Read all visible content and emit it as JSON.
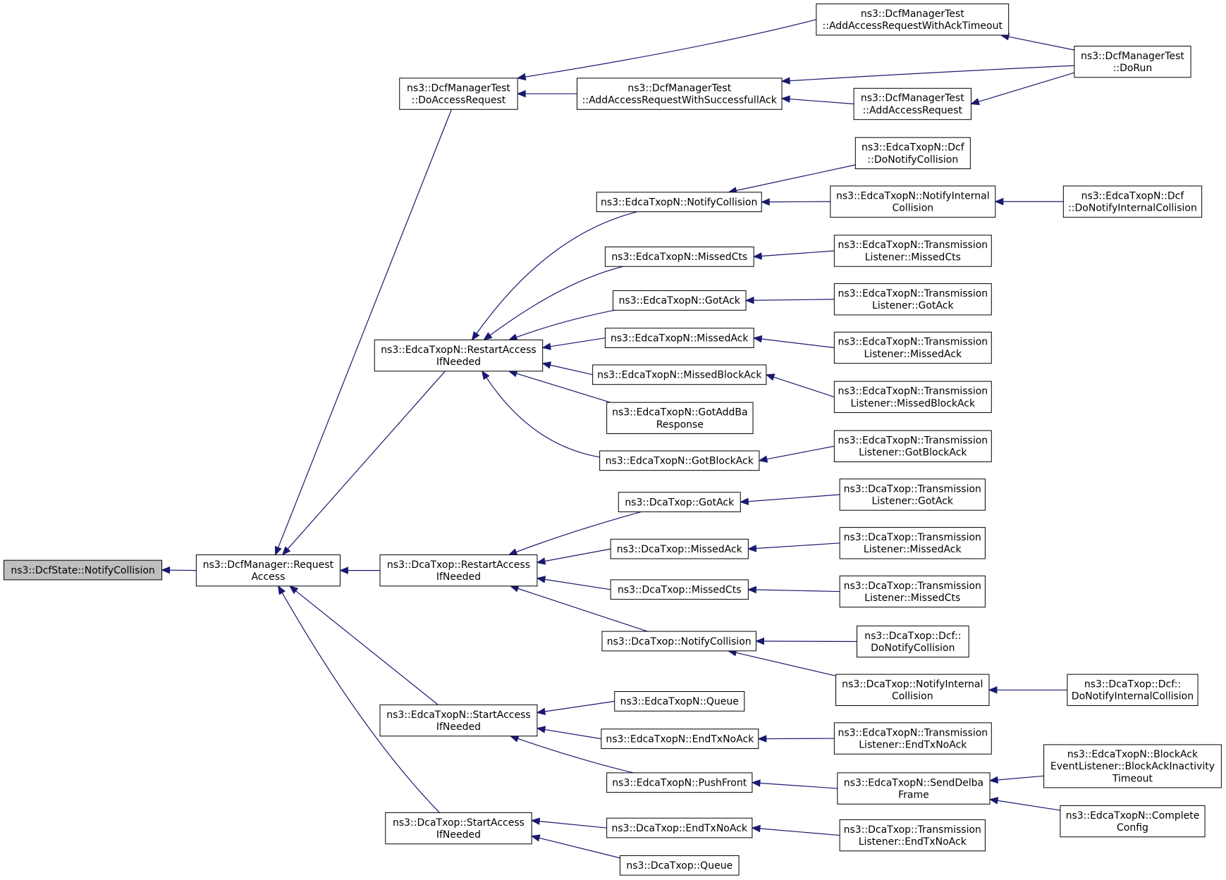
{
  "nodes": [
    {
      "id": "n0",
      "lines": [
        "ns3::DcfState::NotifyCollision"
      ],
      "root": true
    },
    {
      "id": "n1",
      "lines": [
        "ns3::DcfManager::Request",
        "Access"
      ]
    },
    {
      "id": "n2",
      "lines": [
        "ns3::DcfManagerTest",
        "::DoAccessRequest"
      ]
    },
    {
      "id": "n3",
      "lines": [
        "ns3::EdcaTxopN::RestartAccess",
        "IfNeeded"
      ]
    },
    {
      "id": "n4",
      "lines": [
        "ns3::DcaTxop::RestartAccess",
        "IfNeeded"
      ]
    },
    {
      "id": "n5",
      "lines": [
        "ns3::EdcaTxopN::StartAccess",
        "IfNeeded"
      ]
    },
    {
      "id": "n6",
      "lines": [
        "ns3::DcaTxop::StartAccess",
        "IfNeeded"
      ]
    },
    {
      "id": "n7",
      "lines": [
        "ns3::DcfManagerTest",
        "::AddAccessRequestWithAckTimeout"
      ]
    },
    {
      "id": "n8",
      "lines": [
        "ns3::DcfManagerTest",
        "::AddAccessRequestWithSuccessfullAck"
      ]
    },
    {
      "id": "n9",
      "lines": [
        "ns3::DcfManagerTest",
        "::AddAccessRequest"
      ]
    },
    {
      "id": "n10",
      "lines": [
        "ns3::DcfManagerTest",
        "::DoRun"
      ]
    },
    {
      "id": "n11",
      "lines": [
        "ns3::EdcaTxopN::NotifyCollision"
      ]
    },
    {
      "id": "n12",
      "lines": [
        "ns3::EdcaTxopN::MissedCts"
      ]
    },
    {
      "id": "n13",
      "lines": [
        "ns3::EdcaTxopN::GotAck"
      ]
    },
    {
      "id": "n14",
      "lines": [
        "ns3::EdcaTxopN::MissedAck"
      ]
    },
    {
      "id": "n15",
      "lines": [
        "ns3::EdcaTxopN::MissedBlockAck"
      ]
    },
    {
      "id": "n16",
      "lines": [
        "ns3::EdcaTxopN::GotAddBa",
        "Response"
      ]
    },
    {
      "id": "n17",
      "lines": [
        "ns3::EdcaTxopN::GotBlockAck"
      ]
    },
    {
      "id": "n18",
      "lines": [
        "ns3::EdcaTxopN::Dcf",
        "::DoNotifyCollision"
      ]
    },
    {
      "id": "n19",
      "lines": [
        "ns3::EdcaTxopN::NotifyInternal",
        "Collision"
      ]
    },
    {
      "id": "n20",
      "lines": [
        "ns3::EdcaTxopN::Dcf",
        "::DoNotifyInternalCollision"
      ]
    },
    {
      "id": "n21",
      "lines": [
        "ns3::EdcaTxopN::Transmission",
        "Listener::MissedCts"
      ]
    },
    {
      "id": "n22",
      "lines": [
        "ns3::EdcaTxopN::Transmission",
        "Listener::GotAck"
      ]
    },
    {
      "id": "n23",
      "lines": [
        "ns3::EdcaTxopN::Transmission",
        "Listener::MissedAck"
      ]
    },
    {
      "id": "n24",
      "lines": [
        "ns3::EdcaTxopN::Transmission",
        "Listener::MissedBlockAck"
      ]
    },
    {
      "id": "n25",
      "lines": [
        "ns3::EdcaTxopN::Transmission",
        "Listener::GotBlockAck"
      ]
    },
    {
      "id": "n26",
      "lines": [
        "ns3::DcaTxop::GotAck"
      ]
    },
    {
      "id": "n27",
      "lines": [
        "ns3::DcaTxop::MissedAck"
      ]
    },
    {
      "id": "n28",
      "lines": [
        "ns3::DcaTxop::MissedCts"
      ]
    },
    {
      "id": "n29",
      "lines": [
        "ns3::DcaTxop::NotifyCollision"
      ]
    },
    {
      "id": "n30",
      "lines": [
        "ns3::DcaTxop::Transmission",
        "Listener::GotAck"
      ]
    },
    {
      "id": "n31",
      "lines": [
        "ns3::DcaTxop::Transmission",
        "Listener::MissedAck"
      ]
    },
    {
      "id": "n32",
      "lines": [
        "ns3::DcaTxop::Transmission",
        "Listener::MissedCts"
      ]
    },
    {
      "id": "n33",
      "lines": [
        "ns3::DcaTxop::Dcf::",
        "DoNotifyCollision"
      ]
    },
    {
      "id": "n34",
      "lines": [
        "ns3::DcaTxop::NotifyInternal",
        "Collision"
      ]
    },
    {
      "id": "n35",
      "lines": [
        "ns3::DcaTxop::Dcf::",
        "DoNotifyInternalCollision"
      ]
    },
    {
      "id": "n36",
      "lines": [
        "ns3::EdcaTxopN::Queue"
      ]
    },
    {
      "id": "n37",
      "lines": [
        "ns3::EdcaTxopN::EndTxNoAck"
      ]
    },
    {
      "id": "n38",
      "lines": [
        "ns3::EdcaTxopN::PushFront"
      ]
    },
    {
      "id": "n39",
      "lines": [
        "ns3::EdcaTxopN::Transmission",
        "Listener::EndTxNoAck"
      ]
    },
    {
      "id": "n40",
      "lines": [
        "ns3::EdcaTxopN::SendDelba",
        "Frame"
      ]
    },
    {
      "id": "n41",
      "lines": [
        "ns3::EdcaTxopN::BlockAck",
        "EventListener::BlockAckInactivity",
        "Timeout"
      ]
    },
    {
      "id": "n42",
      "lines": [
        "ns3::EdcaTxopN::Complete",
        "Config"
      ]
    },
    {
      "id": "n43",
      "lines": [
        "ns3::DcaTxop::EndTxNoAck"
      ]
    },
    {
      "id": "n44",
      "lines": [
        "ns3::DcaTxop::Queue"
      ]
    },
    {
      "id": "n45",
      "lines": [
        "ns3::DcaTxop::Transmission",
        "Listener::EndTxNoAck"
      ]
    }
  ],
  "edges": [
    {
      "from": "n1",
      "to": "n0"
    },
    {
      "from": "n2",
      "to": "n1"
    },
    {
      "from": "n3",
      "to": "n1"
    },
    {
      "from": "n4",
      "to": "n1"
    },
    {
      "from": "n5",
      "to": "n1"
    },
    {
      "from": "n6",
      "to": "n1"
    },
    {
      "from": "n7",
      "to": "n2"
    },
    {
      "from": "n8",
      "to": "n2"
    },
    {
      "from": "n10",
      "to": "n7"
    },
    {
      "from": "n10",
      "to": "n8"
    },
    {
      "from": "n9",
      "to": "n8"
    },
    {
      "from": "n10",
      "to": "n9"
    },
    {
      "from": "n11",
      "to": "n3"
    },
    {
      "from": "n12",
      "to": "n3"
    },
    {
      "from": "n13",
      "to": "n3"
    },
    {
      "from": "n14",
      "to": "n3"
    },
    {
      "from": "n15",
      "to": "n3"
    },
    {
      "from": "n16",
      "to": "n3"
    },
    {
      "from": "n17",
      "to": "n3"
    },
    {
      "from": "n18",
      "to": "n11"
    },
    {
      "from": "n19",
      "to": "n11"
    },
    {
      "from": "n20",
      "to": "n19"
    },
    {
      "from": "n21",
      "to": "n12"
    },
    {
      "from": "n22",
      "to": "n13"
    },
    {
      "from": "n23",
      "to": "n14"
    },
    {
      "from": "n24",
      "to": "n15"
    },
    {
      "from": "n25",
      "to": "n17"
    },
    {
      "from": "n26",
      "to": "n4"
    },
    {
      "from": "n27",
      "to": "n4"
    },
    {
      "from": "n28",
      "to": "n4"
    },
    {
      "from": "n29",
      "to": "n4"
    },
    {
      "from": "n30",
      "to": "n26"
    },
    {
      "from": "n31",
      "to": "n27"
    },
    {
      "from": "n32",
      "to": "n28"
    },
    {
      "from": "n33",
      "to": "n29"
    },
    {
      "from": "n34",
      "to": "n29"
    },
    {
      "from": "n35",
      "to": "n34"
    },
    {
      "from": "n36",
      "to": "n5"
    },
    {
      "from": "n37",
      "to": "n5"
    },
    {
      "from": "n38",
      "to": "n5"
    },
    {
      "from": "n39",
      "to": "n37"
    },
    {
      "from": "n40",
      "to": "n38"
    },
    {
      "from": "n41",
      "to": "n40"
    },
    {
      "from": "n42",
      "to": "n40"
    },
    {
      "from": "n43",
      "to": "n6"
    },
    {
      "from": "n44",
      "to": "n6"
    },
    {
      "from": "n45",
      "to": "n43"
    }
  ]
}
